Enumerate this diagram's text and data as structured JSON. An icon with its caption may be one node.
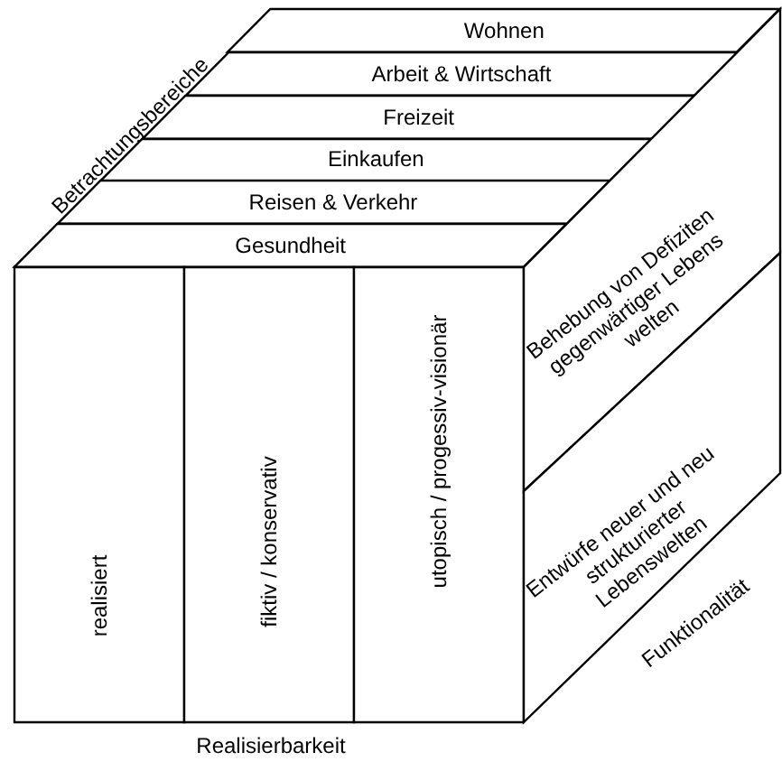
{
  "diagram": {
    "nodes": [
      {
        "text": [
          "Wohnen"
        ]
      },
      {
        "text": [
          "Arbeit & Wirtschaft"
        ]
      },
      {
        "text": [
          "Freizeit"
        ]
      },
      {
        "text": [
          "Einkaufen"
        ]
      },
      {
        "text": [
          "Reisen & Verkehr"
        ]
      },
      {
        "text": [
          "Gesundheit"
        ]
      },
      {
        "text": [
          "realisiert"
        ]
      },
      {
        "text": [
          "fiktiv / konservativ"
        ]
      },
      {
        "text": [
          "utopisch / progessiv-visionär"
        ]
      },
      {
        "text": [
          "Behebung von Defiziten gegenwärtiger Lebens welten"
        ]
      },
      {
        "text": [
          "Entwürfe neuer und neu strukturierter Lebenswelten"
        ]
      }
    ],
    "labels": [
      "Betrachtungsbereiche",
      "Funktionalität",
      "Realisierbarkeit"
    ]
  }
}
